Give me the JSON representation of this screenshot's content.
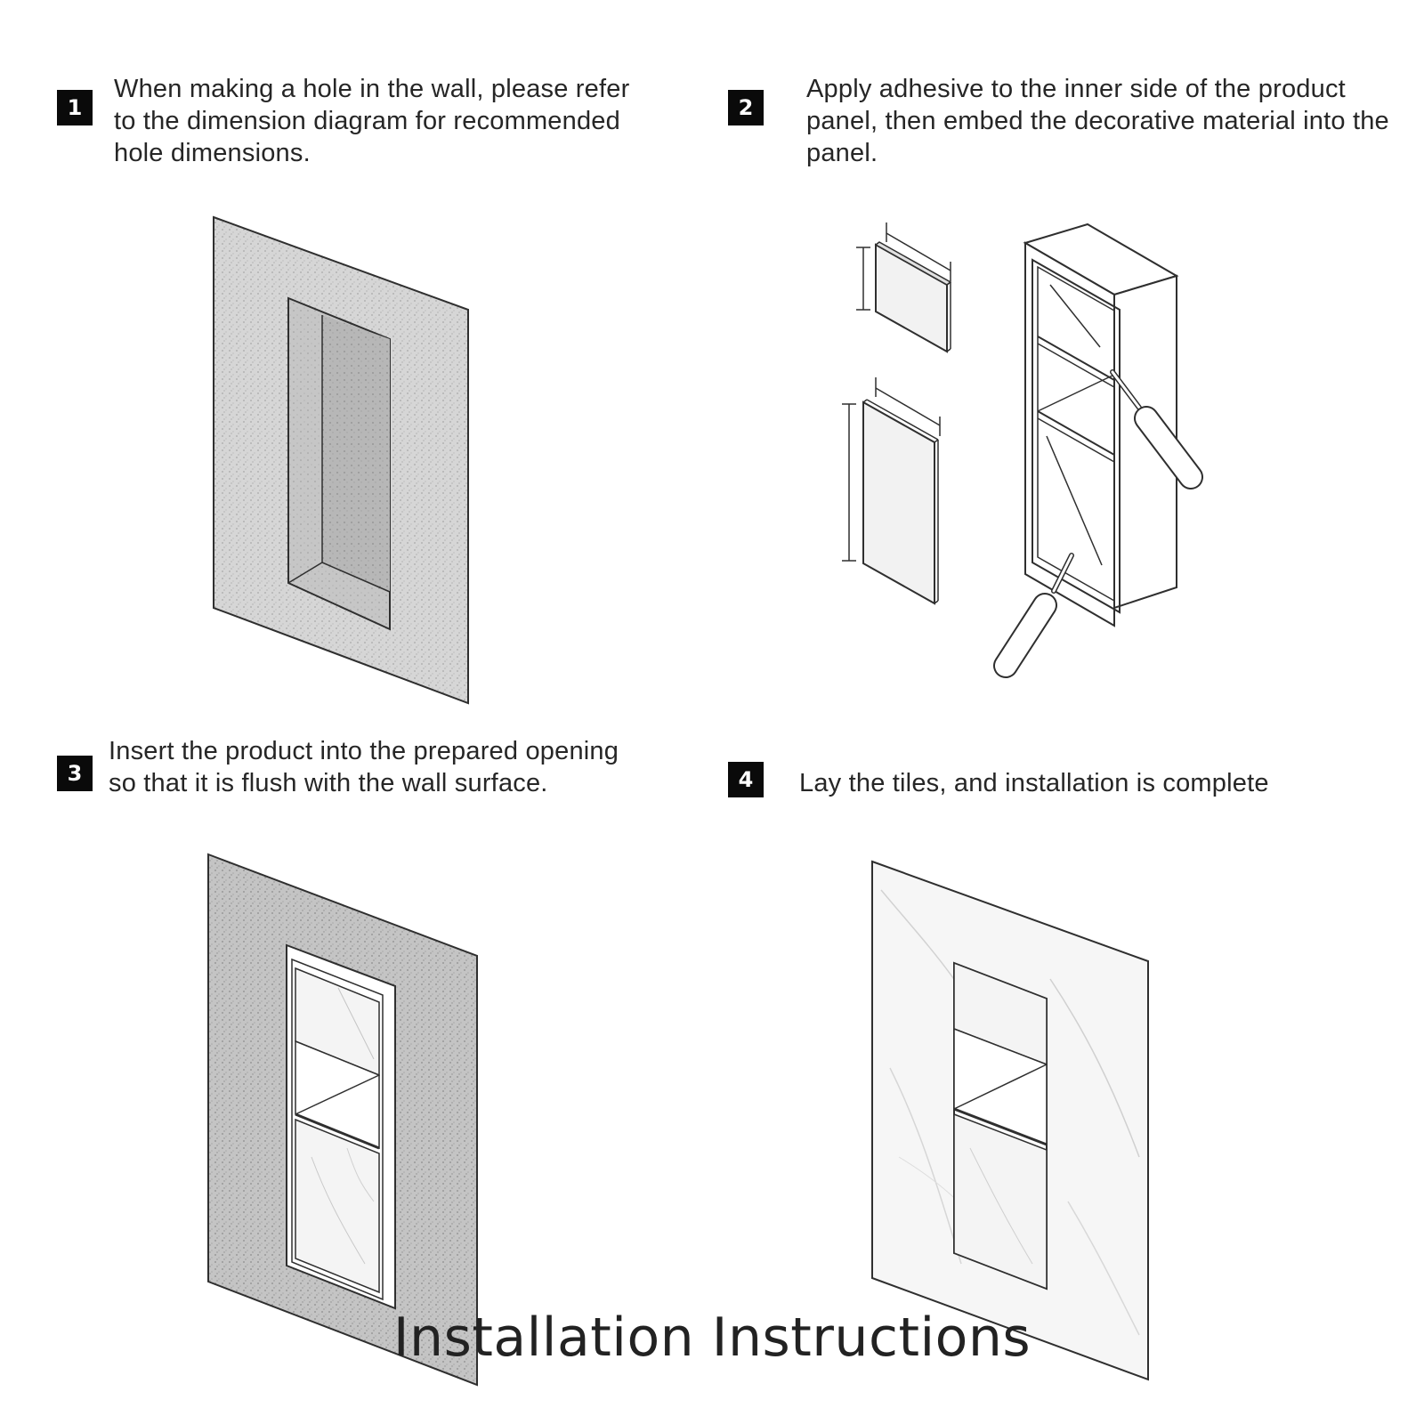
{
  "page_title": "Installation Instructions",
  "colors": {
    "badge": "#0a0a0a",
    "line": "#2f2f2f",
    "wall_texture": "#cfcfcf",
    "niche_recess": "#b8b8b8",
    "marble": "#f4f4f4"
  },
  "steps": [
    {
      "number": "1",
      "text": "When making a hole in the wall, please refer to the dimension diagram for recommended hole dimensions."
    },
    {
      "number": "2",
      "text": "Apply adhesive to the inner side of the product panel, then embed the decorative material into the panel."
    },
    {
      "number": "3",
      "text": "Insert the product into the prepared opening so that it is flush with the wall surface."
    },
    {
      "number": "4",
      "text": "Lay the tiles, and installation is complete"
    }
  ]
}
